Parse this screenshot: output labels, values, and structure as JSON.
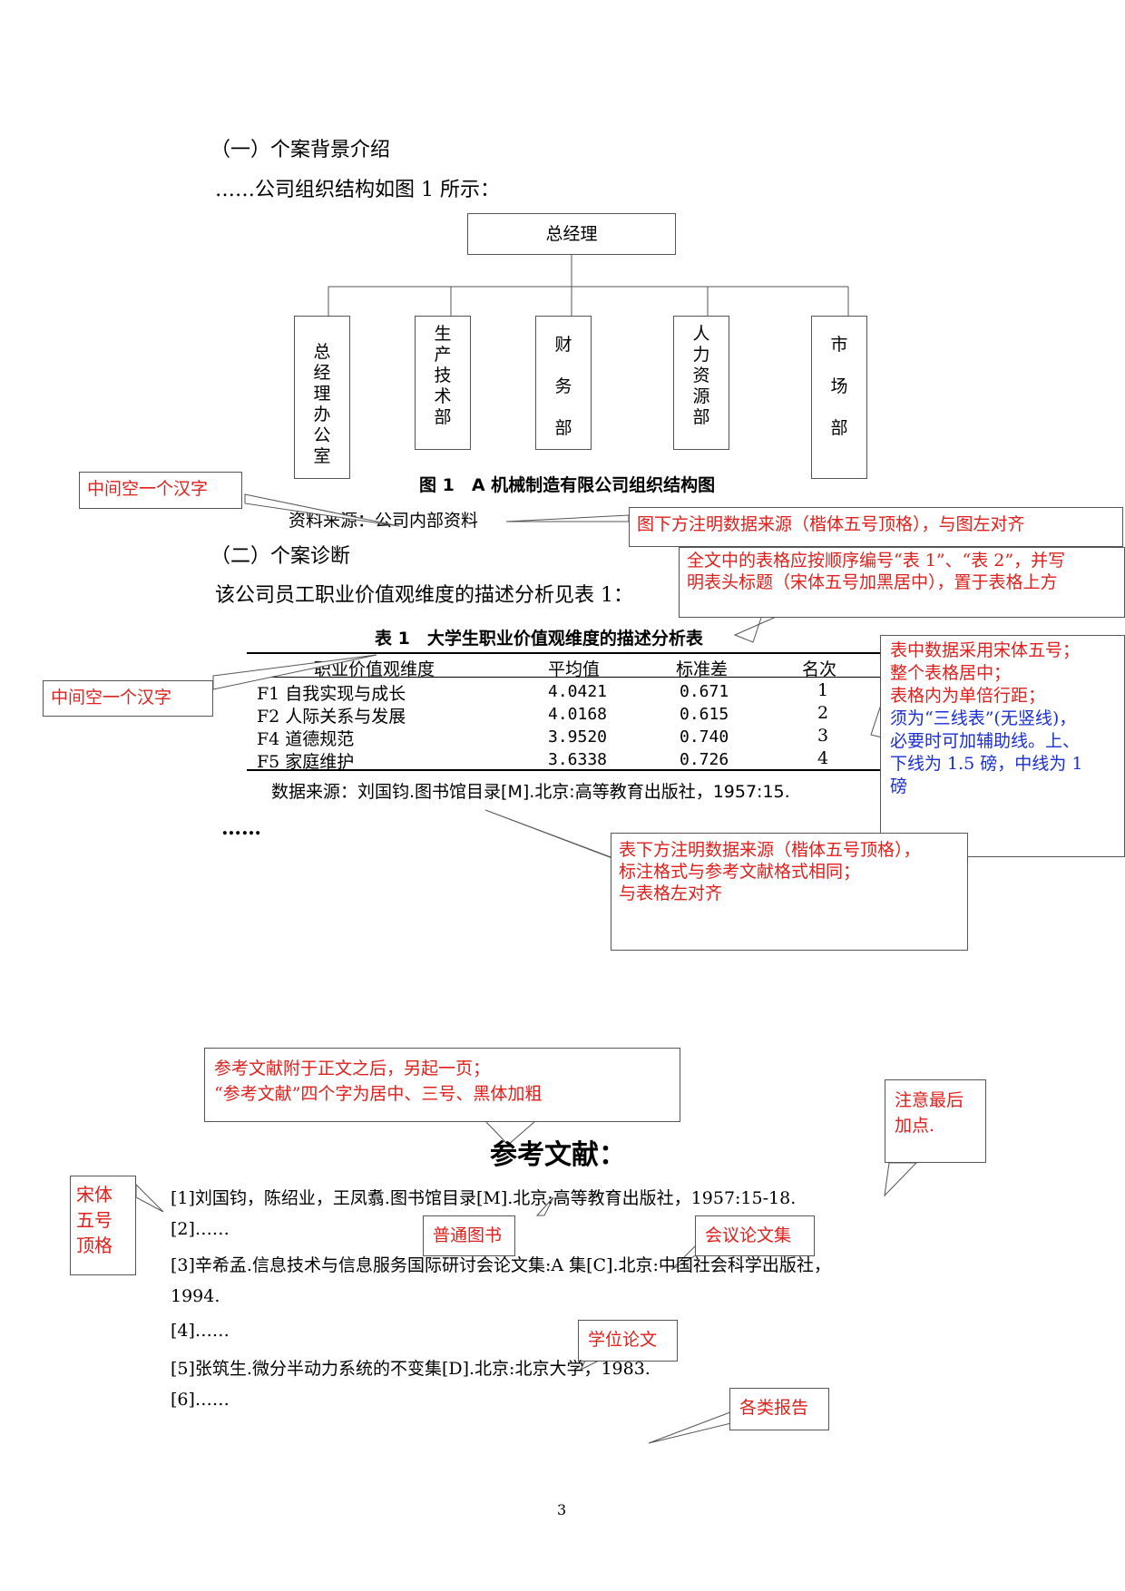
{
  "section1": {
    "heading": "（一）个案背景介绍",
    "intro": "……公司组织结构如图 1 所示："
  },
  "org_chart": {
    "top": "总经理",
    "departments": [
      [
        "总",
        "经",
        "理",
        "办",
        "公",
        "室"
      ],
      [
        "生",
        "产",
        "技",
        "术",
        "部"
      ],
      [
        "财",
        "务",
        "部"
      ],
      [
        "人",
        "力",
        "资",
        "源",
        "部"
      ],
      [
        "市",
        "场",
        "部"
      ]
    ],
    "caption": "图 1　A 机械制造有限公司组织结构图",
    "source": "资料来源：公司内部资料"
  },
  "section2": {
    "heading": "（二）个案诊断",
    "intro": "该公司员工职业价值观维度的描述分析见表 1："
  },
  "table1": {
    "caption": "表 1　大学生职业价值观维度的描述分析表",
    "headers": [
      "职业价值观维度",
      "平均值",
      "标准差",
      "名次"
    ],
    "rows": [
      [
        "F1 自我实现与成长",
        "4.0421",
        "0.671",
        "1"
      ],
      [
        "F2 人际关系与发展",
        "4.0168",
        "0.615",
        "2"
      ],
      [
        "F4 道德规范",
        "3.9520",
        "0.740",
        "3"
      ],
      [
        "F5 家庭维护",
        "3.6338",
        "0.726",
        "4"
      ]
    ],
    "source": "数据来源：刘国钧.图书馆目录[M].北京:高等教育出版社，1957:15.",
    "ellipsis": "……"
  },
  "callouts": {
    "indent_fig": "中间空一个汉字",
    "fig_source_note": "图下方注明数据来源（楷体五号顶格），与图左对齐",
    "table_caption_note": [
      "全文中的表格应按顺序编号“表 1”、“表 2”，并写",
      "明表头标题（宋体五号加黑居中），置于表格上方"
    ],
    "indent_table": "中间空一个汉字",
    "table_format_note": [
      "表中数据采用宋体五号；",
      "整个表格居中；",
      "表格内为单倍行距；",
      "须为“三线表”(无竖线)，",
      "必要时可加辅助线。上、",
      "下线为 1.5 磅，中线为 1",
      "磅"
    ],
    "table_source_note": [
      "表下方注明数据来源（楷体五号顶格），",
      "标注格式与参考文献格式相同；",
      "与表格左对齐"
    ],
    "ref_page_note": [
      "参考文献附于正文之后，另起一页；",
      "“参考文献”四个字为居中、三号、黑体加粗"
    ],
    "period_note": [
      "注意最后",
      "加点."
    ],
    "ref_font_note": [
      "宋体",
      "五号",
      "顶格"
    ],
    "book": "普通图书",
    "conference": "会议论文集",
    "thesis": "学位论文",
    "report": "各类报告"
  },
  "references": {
    "title": "参考文献：",
    "items": [
      "[1]刘国钧，陈绍业，王凤翥.图书馆目录[M].北京:高等教育出版社，1957:15-18.",
      "[2]……",
      "[3]辛希孟.信息技术与信息服务国际研讨会论文集:A 集[C].北京:中国社会科学出版社，",
      "1994.",
      "[4]……",
      "[5]张筑生.微分半动力系统的不变集[D].北京:北京大学，1983.",
      "[6]……"
    ]
  },
  "page_number": "3"
}
